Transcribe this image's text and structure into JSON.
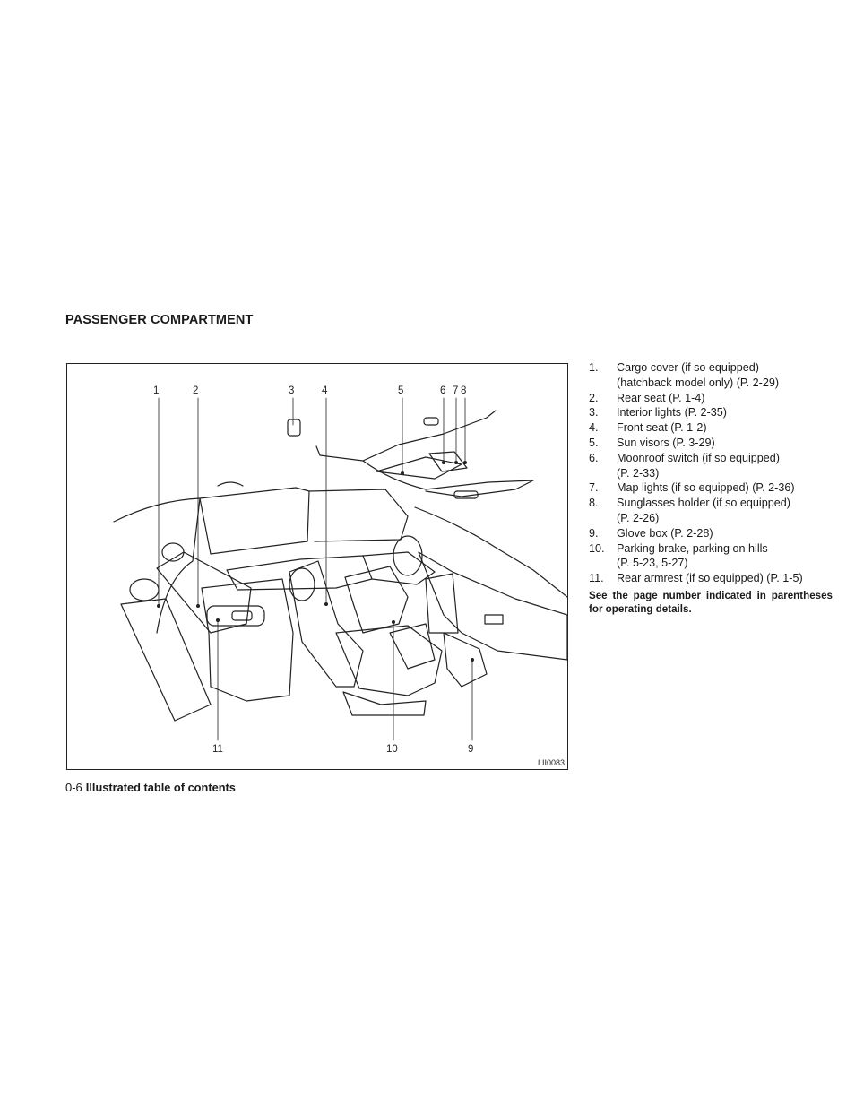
{
  "section_title": "PASSENGER COMPARTMENT",
  "figure": {
    "code": "LII0083",
    "callouts": [
      "1",
      "2",
      "3",
      "4",
      "5",
      "6",
      "7",
      "8",
      "9",
      "10",
      "11"
    ]
  },
  "legend": [
    {
      "num": "1.",
      "lines": [
        "Cargo cover (if so equipped)",
        "(hatchback model only) (P. 2-29)"
      ]
    },
    {
      "num": "2.",
      "lines": [
        "Rear seat (P. 1-4)"
      ]
    },
    {
      "num": "3.",
      "lines": [
        "Interior lights (P. 2-35)"
      ]
    },
    {
      "num": "4.",
      "lines": [
        "Front seat (P. 1-2)"
      ]
    },
    {
      "num": "5.",
      "lines": [
        "Sun visors (P. 3-29)"
      ]
    },
    {
      "num": "6.",
      "lines": [
        "Moonroof switch (if so equipped)",
        "(P. 2-33)"
      ]
    },
    {
      "num": "7.",
      "lines": [
        "Map lights (if so equipped) (P. 2-36)"
      ]
    },
    {
      "num": "8.",
      "lines": [
        "Sunglasses holder (if so equipped)",
        "(P. 2-26)"
      ]
    },
    {
      "num": "9.",
      "lines": [
        "Glove box (P. 2-28)"
      ]
    },
    {
      "num": "10.",
      "lines": [
        "Parking brake, parking on hills",
        "(P. 5-23, 5-27)"
      ]
    },
    {
      "num": "11.",
      "lines": [
        "Rear armrest (if so equipped) (P. 1-5)"
      ]
    }
  ],
  "note": "See the page number indicated in parentheses for operating details.",
  "footer": {
    "page_number": "0-6",
    "title": "Illustrated table of contents"
  }
}
